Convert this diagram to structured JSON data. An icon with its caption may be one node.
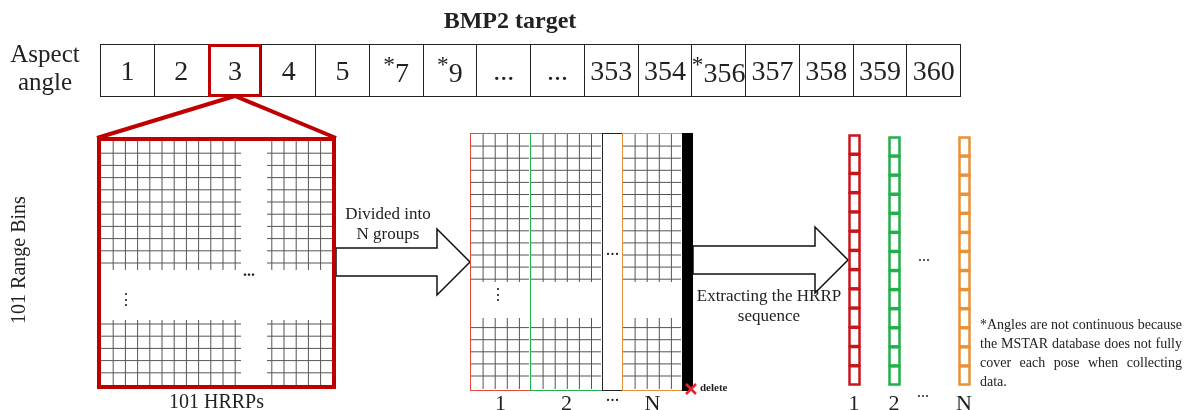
{
  "diagram": {
    "title": "BMP2 target",
    "nodes": [
      {
        "text": [
          "1"
        ]
      },
      {
        "text": [
          "2"
        ]
      },
      {
        "text": [
          "3"
        ]
      },
      {
        "text": [
          "4"
        ]
      },
      {
        "text": [
          "5"
        ]
      },
      {
        "text": [
          "$^{*}$7"
        ]
      },
      {
        "text": [
          "$^{*}$9"
        ]
      },
      {
        "text": [
          "..."
        ]
      },
      {
        "text": [
          "..."
        ]
      },
      {
        "text": [
          "353"
        ]
      },
      {
        "text": [
          "354"
        ]
      },
      {
        "text": [
          "$^{*}$356"
        ]
      },
      {
        "text": [
          "357"
        ]
      },
      {
        "text": [
          "358"
        ]
      },
      {
        "text": [
          "359"
        ]
      },
      {
        "text": [
          "360"
        ]
      },
      {
        "text": [],
        "shape": "box",
        "beside": [
          "101 Range Bins",
          "101 HRRPs"
        ]
      },
      {
        "text": [],
        "shape": "box"
      },
      {
        "text": [],
        "shape": "box",
        "in": 17,
        "beside": [
          "1"
        ]
      },
      {
        "text": [],
        "shape": "box",
        "in": 17,
        "beside": [
          "2"
        ]
      },
      {
        "text": [
          "..."
        ],
        "in": 17,
        "beside": [
          "..."
        ]
      },
      {
        "text": [],
        "shape": "box",
        "in": 17,
        "beside": [
          "N"
        ]
      },
      {
        "text": [],
        "shape": "bar",
        "in": 17,
        "beside": [
          "delete"
        ]
      },
      {
        "text": [],
        "shape": "bar",
        "beside": [
          "1"
        ]
      },
      {
        "text": [],
        "shape": "bar",
        "beside": [
          "2"
        ]
      },
      {
        "text": [],
        "shape": "bar",
        "beside": [
          "N"
        ]
      }
    ],
    "edges": [
      {
        "from": 2,
        "to": 16,
        "arrow": "none",
        "color": "#c00000"
      },
      {
        "from": 16,
        "to": 17,
        "arrow": "to",
        "label": "Divided into N groups"
      },
      {
        "from": 17,
        "to": 23,
        "arrow": "to",
        "label": "Extracting the HRRP sequence"
      }
    ],
    "labels": [
      "Aspect angle",
      "...",
      "⋮",
      "⋮",
      "...",
      "...",
      "*Angles are not continuous because the MSTAR database does not fully cover each pose when collecting data."
    ]
  }
}
